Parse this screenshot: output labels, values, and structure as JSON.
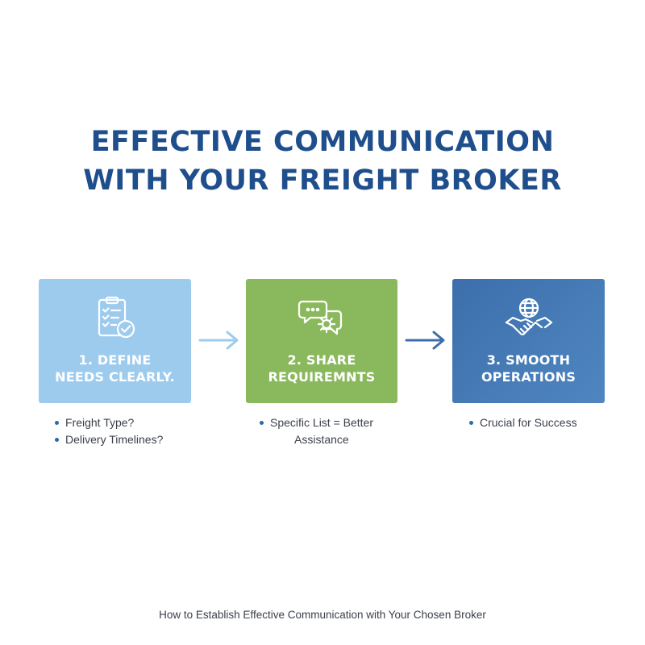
{
  "title": {
    "line1": "EFFECTIVE COMMUNICATION",
    "line2": "WITH YOUR FREIGHT BROKER"
  },
  "colors": {
    "title": "#1f4e8c",
    "step1": "#9dcbee",
    "step2": "#8ab95d",
    "step3": "#4178b5",
    "bullet": "#2f67a8"
  },
  "steps": [
    {
      "icon": "checklist-clipboard-icon",
      "label_line1": "1. DEFINE",
      "label_line2": "NEEDS CLEARLY.",
      "bullets": [
        "Freight Type?",
        "Delivery Timelines?"
      ]
    },
    {
      "icon": "chat-gear-icon",
      "label_line1": "2. SHARE",
      "label_line2": "REQUIREMNTS",
      "bullets": [
        "Specific List = Better",
        "Assistance"
      ]
    },
    {
      "icon": "globe-handshake-icon",
      "label_line1": "3. SMOOTH",
      "label_line2": "OPERATIONS",
      "bullets": [
        "Crucial for Success"
      ]
    }
  ],
  "footer": "How to Establish Effective Communication with Your Chosen Broker"
}
